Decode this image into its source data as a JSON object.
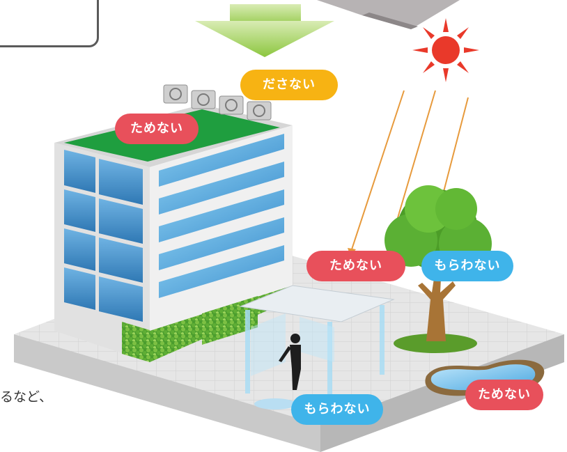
{
  "labels": {
    "dasanai": "ださない",
    "tamenai_roof": "ためない",
    "tamenai_ground": "ためない",
    "morawanai_tree": "もらわない",
    "tamenai_pond": "ためない",
    "morawanai_canopy": "もらわない"
  },
  "caption": "るなど、",
  "colors": {
    "red_badge": "#e8505b",
    "blue_badge": "#3fb4ea",
    "yellow_badge": "#f7b313",
    "sun": "#e9392a",
    "sun_ray": "#e05a2b",
    "roof_green": "#1f9e3f",
    "glass_blue": "#3f8cc6",
    "arrow_green": "#9bcf4e"
  },
  "icons": {
    "sun": "sun-icon",
    "down_arrow": "arrow-down-icon"
  }
}
